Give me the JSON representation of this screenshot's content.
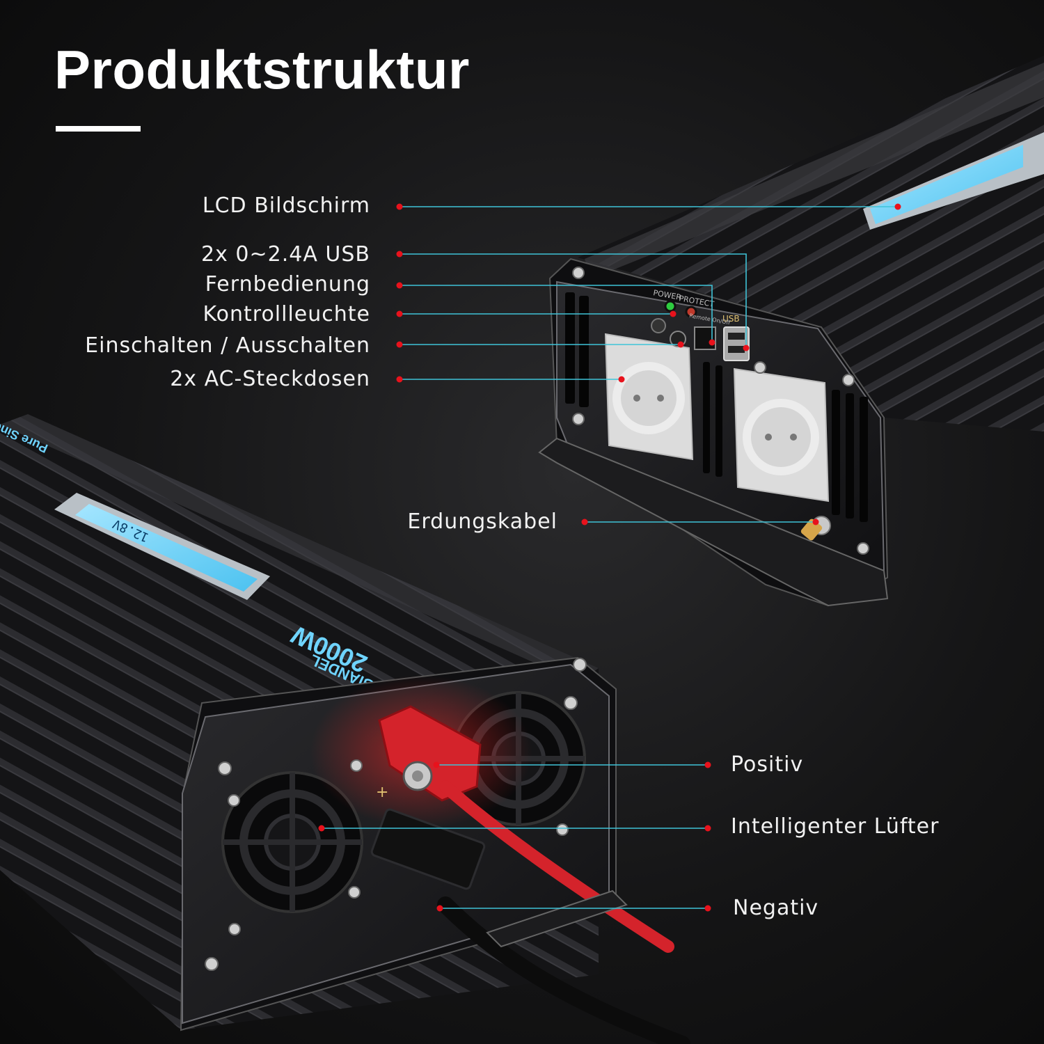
{
  "title": "Produktstruktur",
  "labels": {
    "lcd": "LCD Bildschirm",
    "usb": "2x 0~2.4A USB",
    "remote": "Fernbedienung",
    "indicator": "Kontrollleuchte",
    "power_switch": "Einschalten / Ausschalten",
    "ac_sockets": "2x AC-Steckdosen",
    "ground": "Erdungskabel",
    "positive": "Positiv",
    "fan": "Intelligenter Lüfter",
    "negative": "Negativ"
  },
  "device_text": {
    "brand": "GIANDEL",
    "power_rating": "2000W",
    "wave_type": "Pure Sine Wave",
    "lcd_reading": "12.8V",
    "panel_power": "POWER",
    "panel_protect": "PROTECT",
    "panel_remote": "Remote On/Off",
    "panel_usb": "USB",
    "plus": "+"
  },
  "colors": {
    "leader_line": "#3fc3d8",
    "marker": "#e8121c",
    "lcd": "#6fd4ff",
    "terminal_red": "#d4232b"
  }
}
